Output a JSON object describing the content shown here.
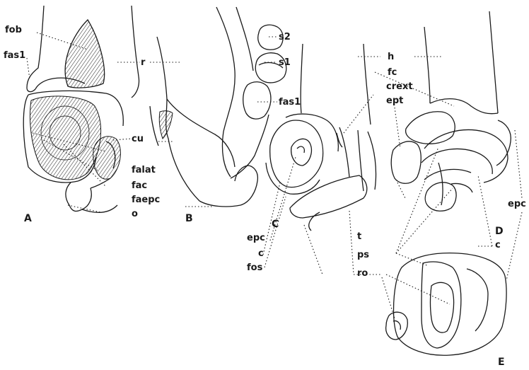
{
  "figure": {
    "panels": {
      "a": "A",
      "b": "B",
      "c": "C",
      "d": "D",
      "e": "E"
    },
    "labels": {
      "fob": "fob",
      "fas1_left": "fas1",
      "r": "r",
      "cu": "cu",
      "falat": "falat",
      "fac": "fac",
      "faepc": "faepc",
      "o": "o",
      "s2": "s2",
      "s1": "s1",
      "fas1_mid": "fas1",
      "h": "h",
      "fc": "fc",
      "crext": "crext",
      "ept": "ept",
      "epc_mid": "epc",
      "c_mid": "c",
      "fos": "fos",
      "t": "t",
      "ps": "ps",
      "ro": "ro",
      "c_right": "c",
      "epc_right": "epc"
    }
  }
}
